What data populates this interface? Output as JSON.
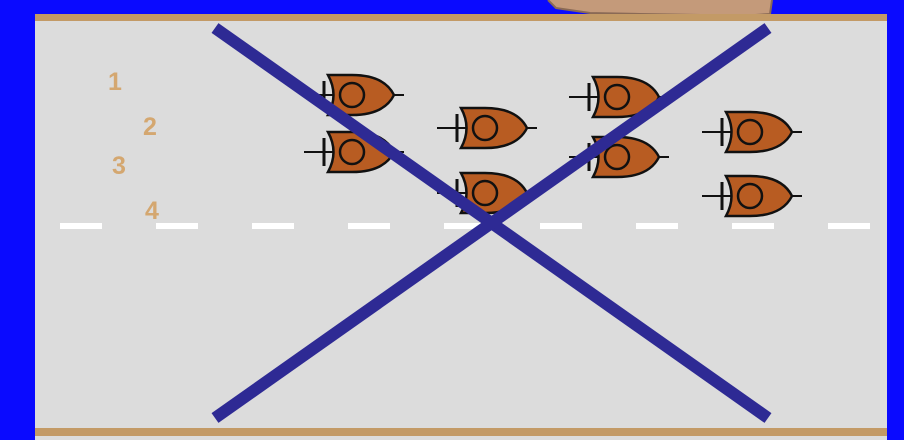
{
  "lane_numbers": [
    "1",
    "2",
    "3",
    "4"
  ],
  "colors": {
    "background": "#0a0aff",
    "road": "#dcdcdc",
    "border": "#c39a66",
    "lane_line": "#ffffff",
    "number": "#d4a770",
    "cross": "#2e2a94",
    "body": "#b85c22",
    "outline": "#111111"
  },
  "icons": {
    "gate": "runner-icon",
    "cross": "cross-mark-icon",
    "arm": "arm-silhouette-icon"
  }
}
